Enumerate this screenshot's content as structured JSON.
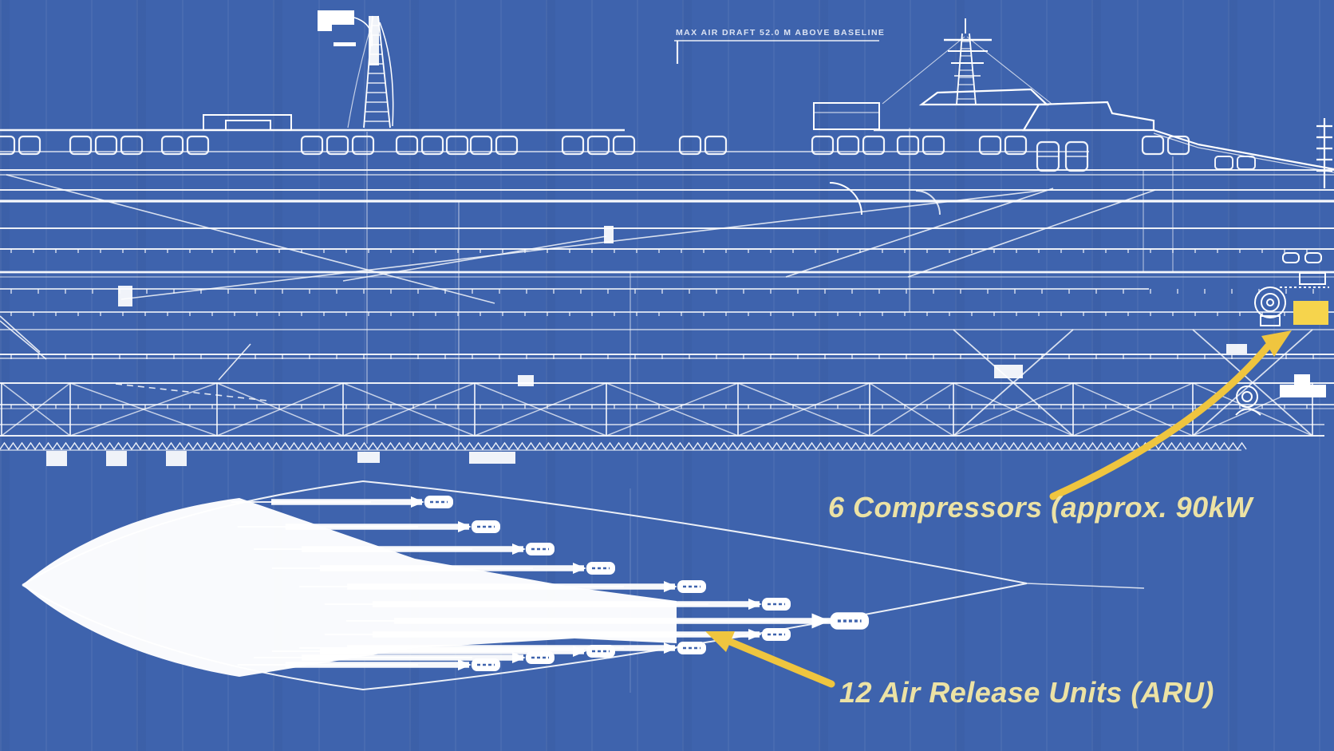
{
  "title_note": {
    "text": "MAX AIR DRAFT 52.0 M ABOVE BASELINE"
  },
  "annotations": {
    "compressors": {
      "label": "6 Compressors (approx. 90kW"
    },
    "aru": {
      "label": "12 Air Release Units (ARU)"
    }
  },
  "colors": {
    "background": "#3E63AD",
    "line": "#FFFFFF",
    "arrow": "#EFC53F",
    "highlight_box": "#F6D44C",
    "annotation_text": "#F4E8A4",
    "note_text": "#E9EEF9"
  }
}
